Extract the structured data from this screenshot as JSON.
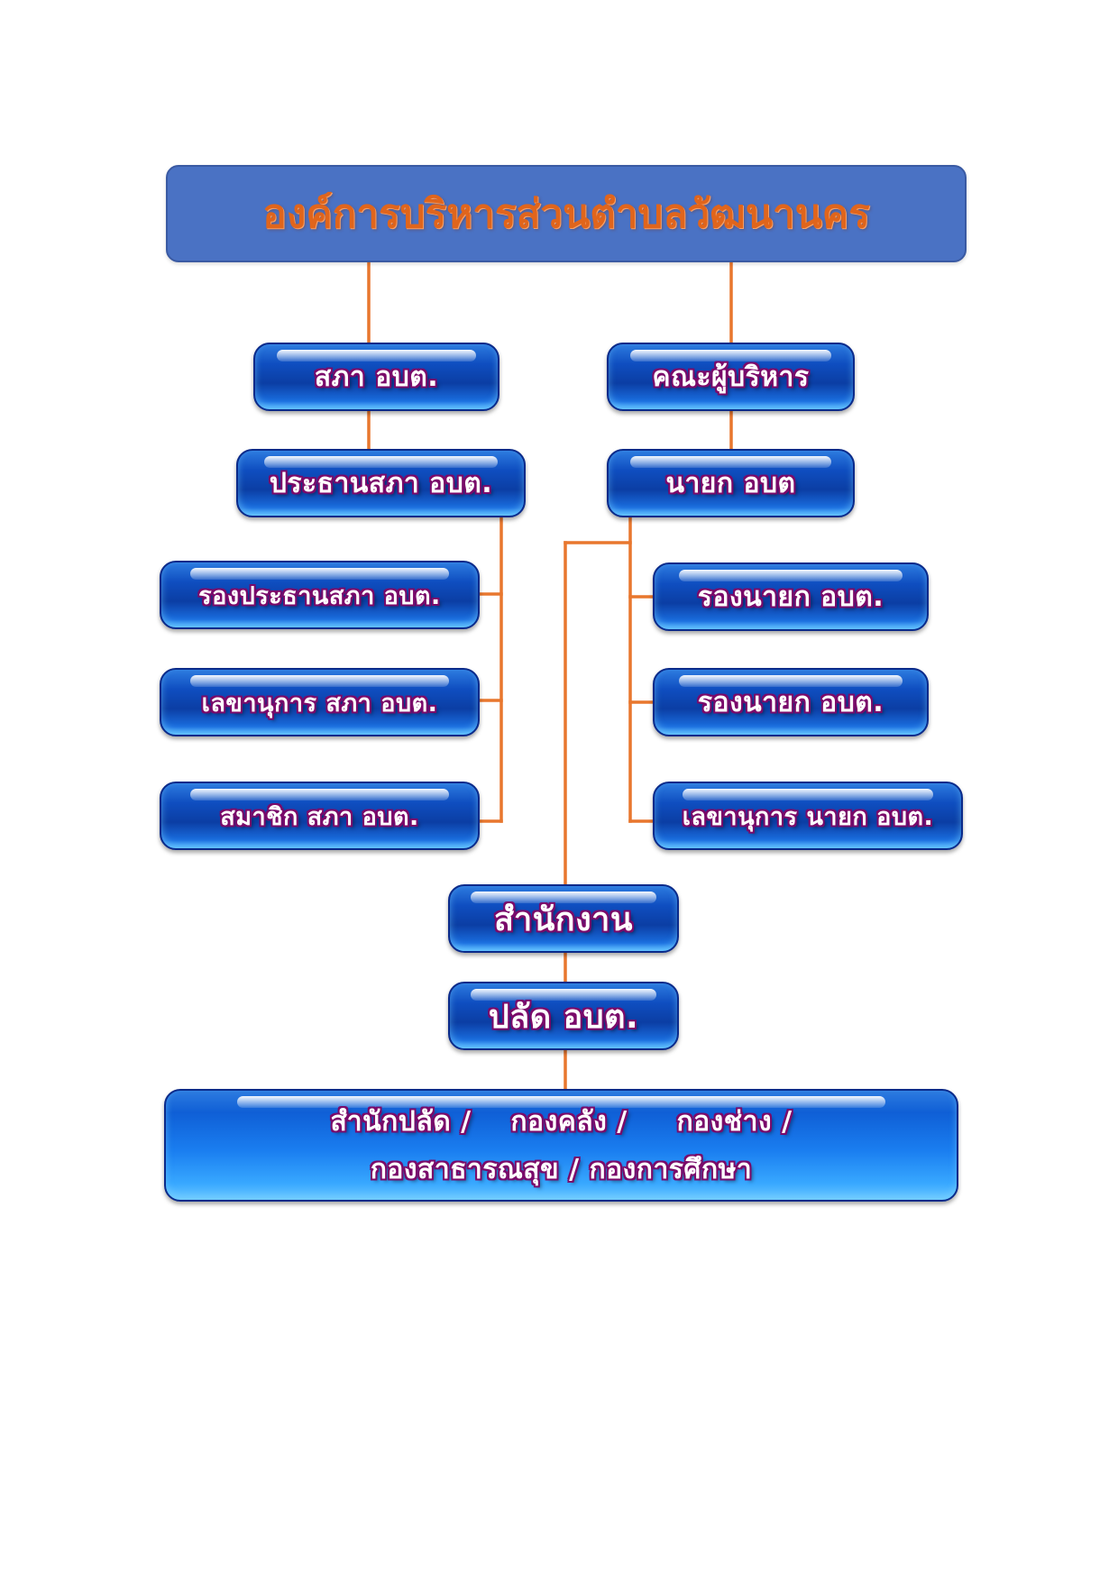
{
  "header": {
    "title": "องค์การบริหารส่วนตำบลวัฒนานคร"
  },
  "nodes": {
    "council": "สภา อบต.",
    "executive_board": "คณะผู้บริหาร",
    "council_president": "ประธานสภา อบต.",
    "mayor": "นายก อบต",
    "vice_council_president": "รองประธานสภา อบต.",
    "council_secretary": "เลขานุการ สภา อบต.",
    "council_member": "สมาชิก สภา อบต.",
    "vice_mayor_1": "รองนายก อบต.",
    "vice_mayor_2": "รองนายก อบต.",
    "mayor_secretary": "เลขานุการ นายก อบต.",
    "office": "สำนักงาน",
    "chief_admin": "ปลัด อบต.",
    "departments_line1": "สำนักปลัด /    กองคลัง /     กองช่าง /",
    "departments_line2": "กองสาธารณสุข / กองการศึกษา"
  },
  "colors": {
    "header_fill": "#4a72c4",
    "header_text": "#e0651c",
    "node_fill": "#0f4ec0",
    "node_text": "#ffffff",
    "node_text_outline": "#7a0a6a",
    "connector": "#e8772e"
  }
}
